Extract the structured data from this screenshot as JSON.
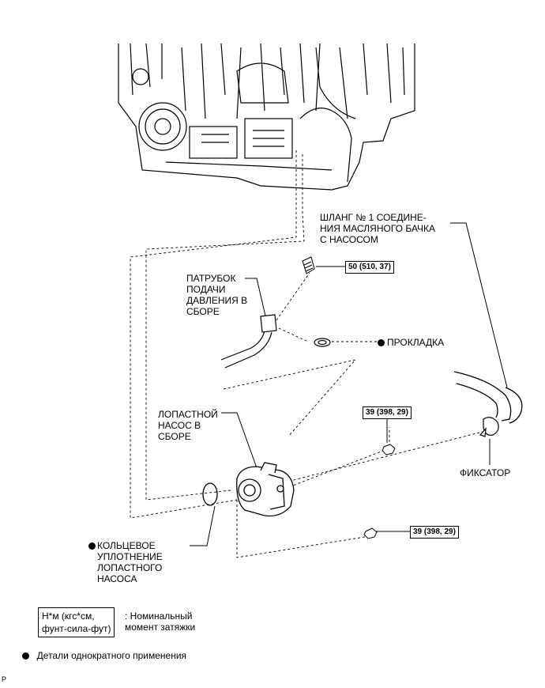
{
  "labels": {
    "hose": "ШЛАНГ № 1 СОЕДИНЕ-\nНИЯ МАСЛЯНОГО БАЧКА\nС НАСОСОМ",
    "pressure_tube": "ПАТРУБОК\nПОДАЧИ\nДАВЛЕНИЯ В\nСБОРЕ",
    "gasket": "ПРОКЛАДКА",
    "vane_pump": "ЛОПАСТНОЙ\nНАСОС В\nСБОРЕ",
    "clamp": "ФИКСАТОР",
    "o_ring": "КОЛЬЦЕВОЕ\nУПЛОТНЕНИЕ\nЛОПАСТНОГО\nНАСОСА"
  },
  "torques": {
    "union_bolt": "50 (510, 37)",
    "nut_upper": "39 (398, 29)",
    "nut_lower": "39 (398, 29)"
  },
  "legend": {
    "torque_box": "Н*м (кгс*см,\nфунт-сила-фут)",
    "torque_desc": ": Номинальный\nмомент затяжки",
    "non_reusable": "Детали однократного применения"
  },
  "corner_mark": "P"
}
